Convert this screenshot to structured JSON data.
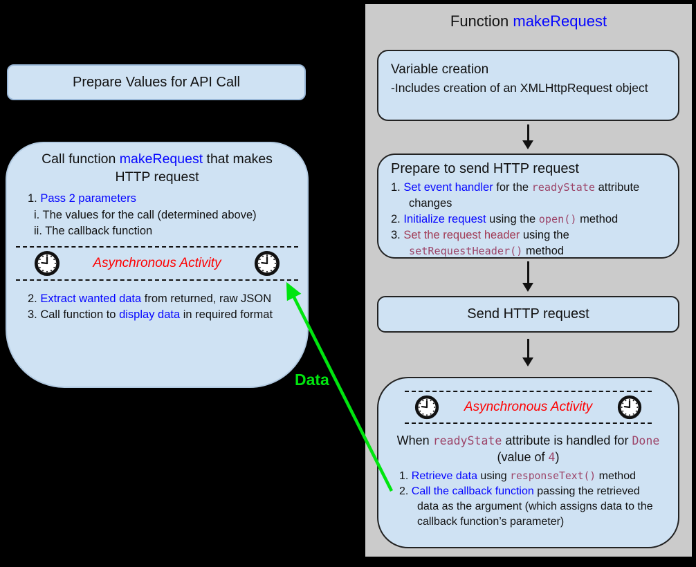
{
  "colors": {
    "background": "#000000",
    "panel_gray": "#cbcbcb",
    "box_blue": "#cfe2f3",
    "link_blue": "#0505ff",
    "code_maroon": "#9c4468",
    "alert_red": "#fe0000",
    "arrow_green": "#00e50f"
  },
  "left": {
    "prepare_box": {
      "label": "Prepare Values for API Call"
    },
    "call_box": {
      "title": [
        {
          "t": "Call function "
        },
        {
          "t": "makeRequest",
          "c": "blue"
        },
        {
          "t": " that makes HTTP request"
        }
      ],
      "item1": [
        {
          "t": "1. "
        },
        {
          "t": "Pass 2 parameters",
          "c": "blue"
        }
      ],
      "sub_i": [
        {
          "t": "i. The values for the call (determined above)"
        }
      ],
      "sub_ii": [
        {
          "t": "ii. The callback function"
        }
      ],
      "async_label": "Asynchronous Activity",
      "item2": [
        {
          "t": "2. "
        },
        {
          "t": "Extract wanted data",
          "c": "blue"
        },
        {
          "t": " from returned, raw JSON"
        }
      ],
      "item3": [
        {
          "t": "3. Call function to "
        },
        {
          "t": "display data",
          "c": "blue"
        },
        {
          "t": " in required format"
        }
      ]
    }
  },
  "panel": {
    "title": [
      {
        "t": "Function "
      },
      {
        "t": "makeRequest",
        "c": "blue"
      }
    ],
    "box_variable": {
      "line1": "Variable creation",
      "line2": "-Includes creation of an XMLHttpRequest object"
    },
    "box_prepare": {
      "title": "Prepare to send HTTP request",
      "item1": [
        {
          "t": "1. "
        },
        {
          "t": "Set event handler",
          "c": "blue"
        },
        {
          "t": " for the "
        },
        {
          "t": "readyState",
          "c": "code"
        },
        {
          "t": " attribute changes"
        }
      ],
      "item2": [
        {
          "t": "2. "
        },
        {
          "t": "Initialize request",
          "c": "blue"
        },
        {
          "t": " using the "
        },
        {
          "t": "open()",
          "c": "code"
        },
        {
          "t": " method"
        }
      ],
      "item3": [
        {
          "t": "3. "
        },
        {
          "t": "Set the request header",
          "c": "maroon"
        },
        {
          "t": " using the "
        },
        {
          "t": "setRequestHeader()",
          "c": "code"
        },
        {
          "t": " method"
        }
      ]
    },
    "box_send": {
      "label": "Send HTTP request"
    },
    "box_async": {
      "async_label": "Asynchronous Activity",
      "heading": [
        {
          "t": "When "
        },
        {
          "t": "readyState",
          "c": "code"
        },
        {
          "t": " attribute is handled for "
        },
        {
          "t": "Done",
          "c": "code"
        },
        {
          "t": " (value of "
        },
        {
          "t": "4",
          "c": "code"
        },
        {
          "t": ")"
        }
      ],
      "item1": [
        {
          "t": "1. "
        },
        {
          "t": "Retrieve data",
          "c": "blue"
        },
        {
          "t": " using "
        },
        {
          "t": "responseText()",
          "c": "code"
        },
        {
          "t": " method"
        }
      ],
      "item2": [
        {
          "t": "2. "
        },
        {
          "t": "Call the callback function",
          "c": "blue"
        },
        {
          "t": " passing the retrieved data as the argument (which assigns data to the callback function’s parameter)"
        }
      ]
    }
  },
  "green_arrow": {
    "label": "Data"
  }
}
